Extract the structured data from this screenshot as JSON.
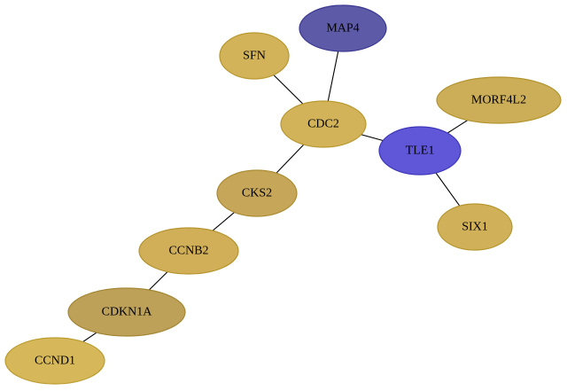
{
  "graph": {
    "nodes": [
      {
        "id": "MAP4",
        "label": "MAP4",
        "fill": "#5d5aa8",
        "stroke": "#3b3890"
      },
      {
        "id": "SFN",
        "label": "SFN",
        "fill": "#d2b35a",
        "stroke": "#b8982f"
      },
      {
        "id": "CDC2",
        "label": "CDC2",
        "fill": "#d2b35a",
        "stroke": "#b8982f"
      },
      {
        "id": "MORF4L2",
        "label": "MORF4L2",
        "fill": "#ccad58",
        "stroke": "#b3942e"
      },
      {
        "id": "TLE1",
        "label": "TLE1",
        "fill": "#5f57d8",
        "stroke": "#3e37b8"
      },
      {
        "id": "CKS2",
        "label": "CKS2",
        "fill": "#c6a659",
        "stroke": "#ab8c32"
      },
      {
        "id": "SIX1",
        "label": "SIX1",
        "fill": "#d0b059",
        "stroke": "#b5962f"
      },
      {
        "id": "CCNB2",
        "label": "CCNB2",
        "fill": "#d0af58",
        "stroke": "#b5942f"
      },
      {
        "id": "CDKN1A",
        "label": "CDKN1A",
        "fill": "#bea159",
        "stroke": "#a38633"
      },
      {
        "id": "CCND1",
        "label": "CCND1",
        "fill": "#d6b85b",
        "stroke": "#bb9d31"
      }
    ],
    "edges": [
      {
        "source": "MAP4",
        "target": "CDC2"
      },
      {
        "source": "SFN",
        "target": "CDC2"
      },
      {
        "source": "CDC2",
        "target": "TLE1"
      },
      {
        "source": "CDC2",
        "target": "CKS2"
      },
      {
        "source": "TLE1",
        "target": "MORF4L2"
      },
      {
        "source": "TLE1",
        "target": "SIX1"
      },
      {
        "source": "CKS2",
        "target": "CCNB2"
      },
      {
        "source": "CCNB2",
        "target": "CDKN1A"
      },
      {
        "source": "CDKN1A",
        "target": "CCND1"
      }
    ]
  }
}
